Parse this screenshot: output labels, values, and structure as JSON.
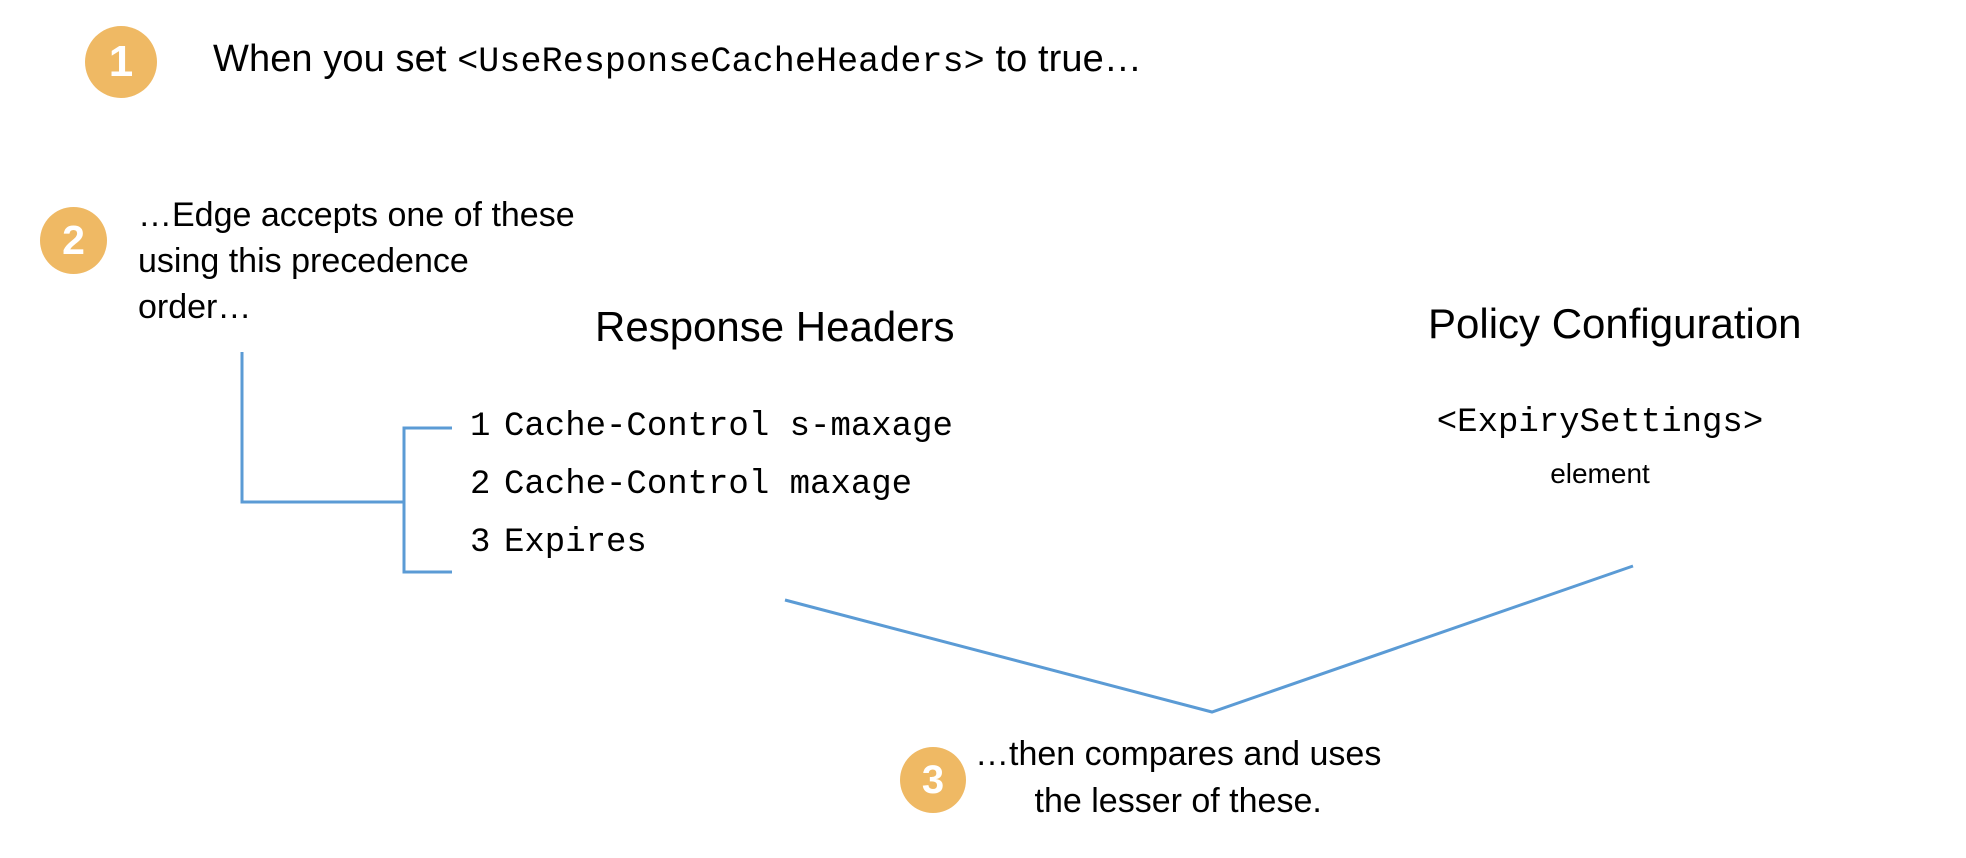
{
  "diagram": {
    "title": "Edge response cache header precedence",
    "background_color": "#FFFFFF",
    "accent_color": "#EFB964",
    "connector_color": "#5B9BD5",
    "text_color": "#000000"
  },
  "steps": [
    {
      "number": "1",
      "text_prefix": "When you set ",
      "text_code": "<UseResponseCacheHeaders>",
      "text_suffix": " to true…"
    },
    {
      "number": "2",
      "text": "…Edge accepts one of these\nusing this precedence\norder…"
    },
    {
      "number": "3",
      "text": "…then compares and uses\nthe lesser of these."
    }
  ],
  "columns": {
    "response_headers": {
      "heading": "Response Headers",
      "items": [
        {
          "rank": "1",
          "name": "Cache-Control s-maxage"
        },
        {
          "rank": "2",
          "name": "Cache-Control maxage"
        },
        {
          "rank": "3",
          "name": "Expires"
        }
      ]
    },
    "policy_configuration": {
      "heading": "Policy Configuration",
      "element_tag": "<ExpirySettings>",
      "element_word": "element"
    }
  }
}
